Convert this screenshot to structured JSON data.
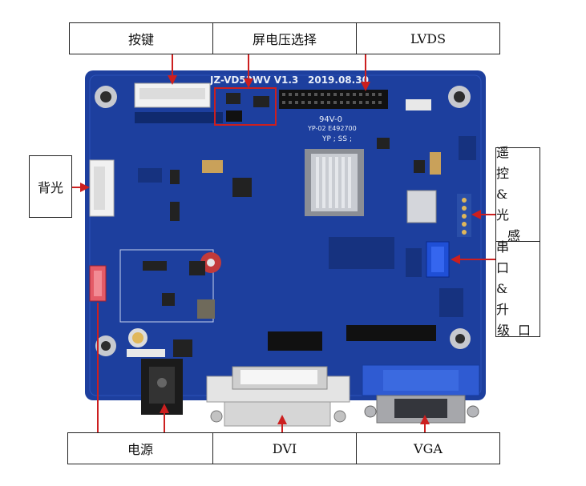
{
  "labels": {
    "keys": "按键",
    "screen_voltage": "屏电压选择",
    "lvds": "LVDS",
    "backlight": "背光",
    "remote_light": [
      "遥 控",
      "& 光",
      "感"
    ],
    "serial_upgrade": [
      "串 口",
      "& 升",
      "级口"
    ],
    "power": "电源",
    "dvi": "DVI",
    "vga": "VGA"
  },
  "board": {
    "model": "JZ-VD53WV V1.3",
    "date": "2019.08.30",
    "silk_code": "94V-0",
    "silk_code2": "YP-02 E492700",
    "silk_code3": "YP ; SS ;"
  },
  "colors": {
    "pcb": "#1d3f9e",
    "pcb_dark": "#16327f",
    "callout": "#cc1f1f",
    "label_border": "#222222"
  }
}
